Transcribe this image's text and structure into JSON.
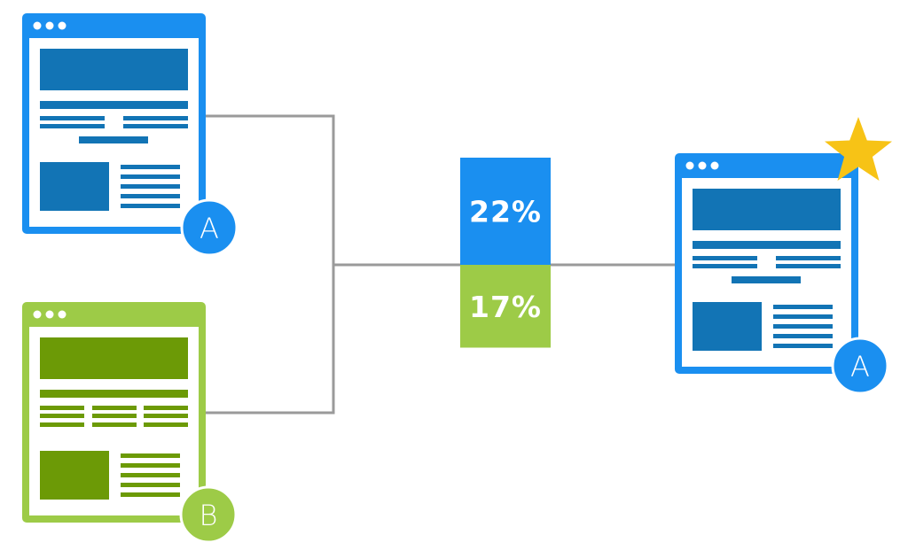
{
  "colors": {
    "variant_a": "#1a8ff0",
    "variant_a_block": "#1274b5",
    "variant_b": "#9dcb47",
    "variant_b_block": "#6c9a06",
    "connector": "#9a9a9a",
    "star": "#f7c316",
    "window_inner": "#ffffff"
  },
  "variants": {
    "a": {
      "badge": "A"
    },
    "b": {
      "badge": "B"
    },
    "winner": {
      "badge": "A"
    }
  },
  "results": {
    "a": {
      "value": 22,
      "label": "22%"
    },
    "b": {
      "value": 17,
      "label": "17%"
    }
  },
  "icons": {
    "winner": "star-icon",
    "window_dots": "window-controls-icon"
  }
}
